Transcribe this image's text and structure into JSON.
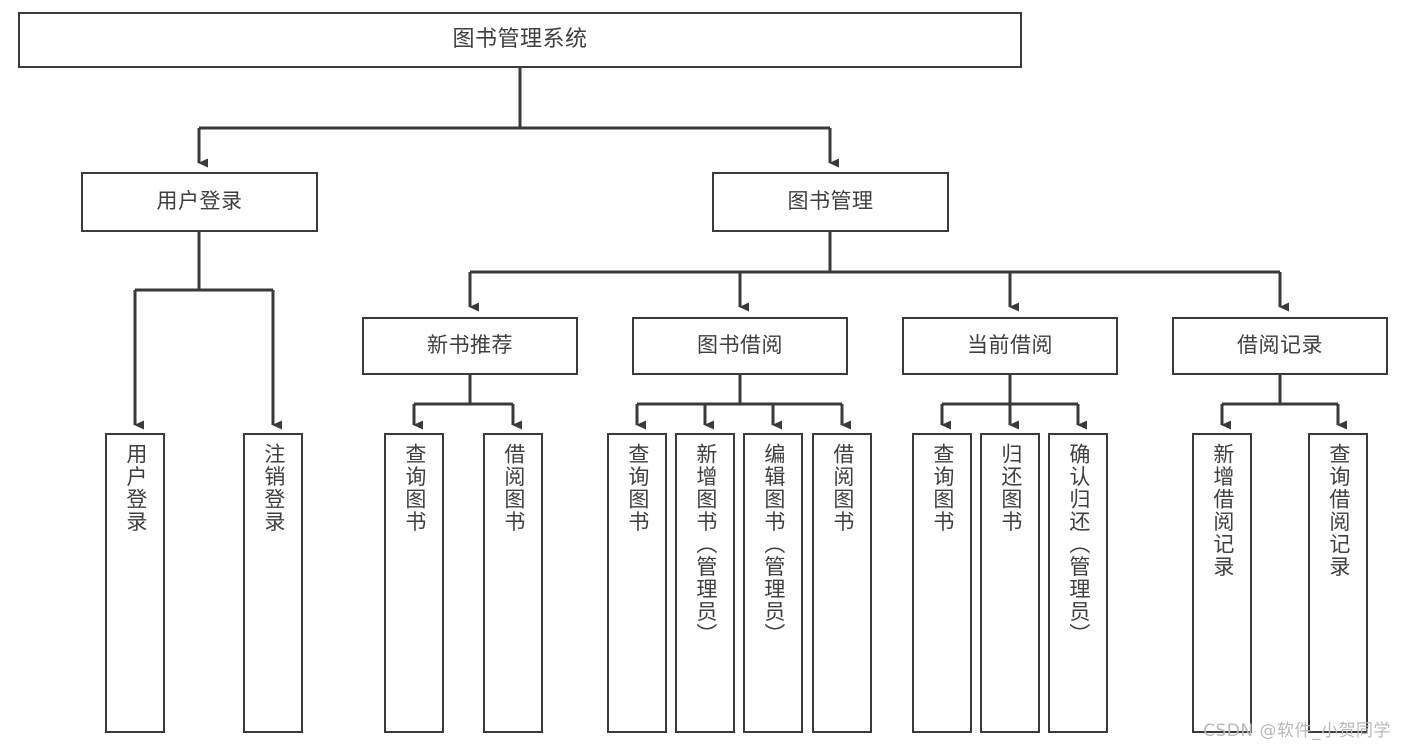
{
  "diagram": {
    "type": "tree-hierarchy",
    "root": {
      "id": "root",
      "label": "图书管理系统"
    },
    "level1": [
      {
        "id": "user-login",
        "label": "用户登录"
      },
      {
        "id": "book-management",
        "label": "图书管理"
      }
    ],
    "level2": [
      {
        "id": "new-book-recommend",
        "label": "新书推荐",
        "parent": "book-management"
      },
      {
        "id": "book-borrow",
        "label": "图书借阅",
        "parent": "book-management"
      },
      {
        "id": "current-borrow",
        "label": "当前借阅",
        "parent": "book-management"
      },
      {
        "id": "borrow-record",
        "label": "借阅记录",
        "parent": "book-management"
      }
    ],
    "leaves": [
      {
        "id": "leaf-user-login",
        "label": "用户登录",
        "parent": "user-login"
      },
      {
        "id": "leaf-logout-login",
        "label": "注销登录",
        "parent": "user-login"
      },
      {
        "id": "leaf-query-book-1",
        "label": "查询图书",
        "parent": "new-book-recommend"
      },
      {
        "id": "leaf-borrow-book-1",
        "label": "借阅图书",
        "parent": "new-book-recommend"
      },
      {
        "id": "leaf-query-book-2",
        "label": "查询图书",
        "parent": "book-borrow"
      },
      {
        "id": "leaf-add-book",
        "label": "新增图书（管理员）",
        "parent": "book-borrow"
      },
      {
        "id": "leaf-edit-book",
        "label": "编辑图书（管理员）",
        "parent": "book-borrow"
      },
      {
        "id": "leaf-borrow-book-2",
        "label": "借阅图书",
        "parent": "book-borrow"
      },
      {
        "id": "leaf-query-book-3",
        "label": "查询图书",
        "parent": "current-borrow"
      },
      {
        "id": "leaf-return-book",
        "label": "归还图书",
        "parent": "current-borrow"
      },
      {
        "id": "leaf-confirm-return",
        "label": "确认归还（管理员）",
        "parent": "current-borrow"
      },
      {
        "id": "leaf-add-record",
        "label": "新增借阅记录",
        "parent": "borrow-record"
      },
      {
        "id": "leaf-query-record",
        "label": "查询借阅记录",
        "parent": "borrow-record"
      }
    ]
  },
  "watermark": {
    "text": "CSDN @软件_小贺同学"
  },
  "colors": {
    "border": "#3a3a3a",
    "text": "#3f3f3f",
    "connector": "#3a3a3a",
    "background": "#ffffff",
    "watermark": "#b9b9b9"
  }
}
